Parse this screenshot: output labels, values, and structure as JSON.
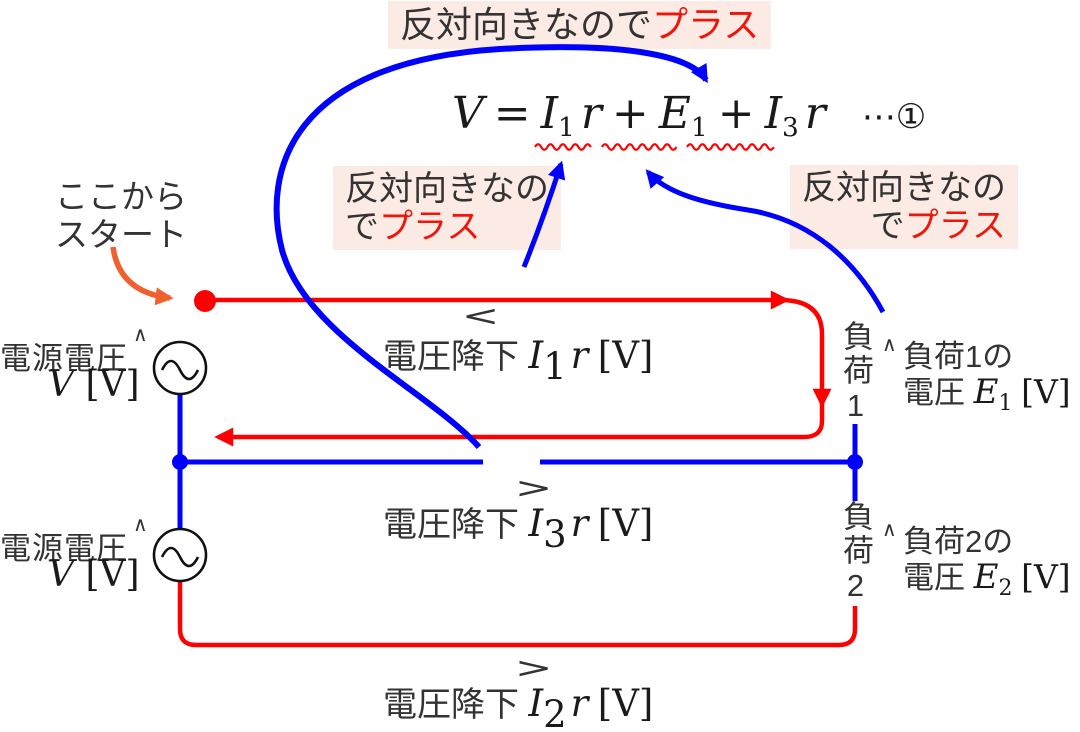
{
  "colors": {
    "loop_red": "#ff0000",
    "wire_blue": "#0000ff",
    "start_orange": "#f0602d",
    "callout_bg": "#fcebe5",
    "highlight_red": "#ee1509",
    "label_dark": "#333333",
    "math_black": "#1a1a1a"
  },
  "callouts": {
    "top": {
      "prefix": "反対向きなので",
      "highlight": "プラス"
    },
    "left": {
      "line1": "反対向きなの",
      "line2_prefix": "で",
      "line2_highlight": "プラス"
    },
    "right": {
      "line1": "反対向きなの",
      "line2_prefix": "で",
      "line2_highlight": "プラス"
    },
    "start": {
      "line1": "ここから",
      "line2": "スタート"
    }
  },
  "equation": {
    "V": "V",
    "equals": "=",
    "I1": "I",
    "I1_sub": "1",
    "r1": "r",
    "plus1": "+",
    "E1": "E",
    "E1_sub": "1",
    "plus2": "+",
    "I3": "I",
    "I3_sub": "3",
    "r3": "r",
    "ref": "⋯①"
  },
  "sources": {
    "source1": {
      "name": "電源電圧",
      "caret": "∧",
      "symbol": "V",
      "unit": "[V]"
    },
    "source2": {
      "name": "電源電圧",
      "caret": "∧",
      "symbol": "V",
      "unit": "[V]"
    }
  },
  "loads": {
    "load1": {
      "vertical": "負荷1",
      "caret": "∧",
      "desc_line1": "負荷1の",
      "desc_prefix": "電圧",
      "E": "E",
      "E_sub": "1",
      "unit": "[V]"
    },
    "load2": {
      "vertical": "負荷2",
      "caret": "∧",
      "desc_line1": "負荷2の",
      "desc_prefix": "電圧",
      "E": "E",
      "E_sub": "2",
      "unit": "[V]"
    }
  },
  "drops": {
    "drop1": {
      "dir": "<",
      "label": "電圧降下",
      "I": "I",
      "sub": "1",
      "r": "r",
      "unit": "[V]"
    },
    "drop3": {
      "dir": ">",
      "label": "電圧降下",
      "I": "I",
      "sub": "3",
      "r": "r",
      "unit": "[V]"
    },
    "drop2": {
      "dir": ">",
      "label": "電圧降下",
      "I": "I",
      "sub": "2",
      "r": "r",
      "unit": "[V]"
    }
  }
}
